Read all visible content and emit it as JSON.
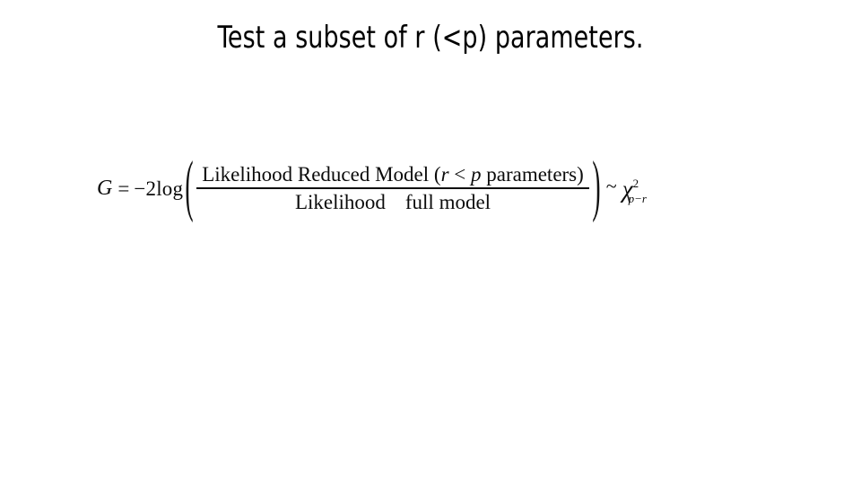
{
  "slide": {
    "background_color": "#ffffff",
    "text_color": "#000000",
    "title": "Test a subset of r (<p) parameters."
  },
  "equation": {
    "lhs_variable": "G",
    "equals_sign": "=",
    "coefficient_log": "−2log",
    "paren_open": "(",
    "paren_close": ")",
    "numerator": {
      "text_before": "Likelihood Reduced Model (",
      "italic_r": "r",
      "relation": " < ",
      "italic_p": "p",
      "text_after": " parameters)"
    },
    "denominator": {
      "left_text": "Likelihood",
      "right_text": "full model"
    },
    "distributed_as": "~",
    "chi": {
      "symbol": "χ",
      "superscript": "2",
      "subscript": "p−r"
    },
    "plain_text": "G = −2log( Likelihood Reduced Model (r < p parameters) / Likelihood full model ) ~ χ²p−r"
  }
}
